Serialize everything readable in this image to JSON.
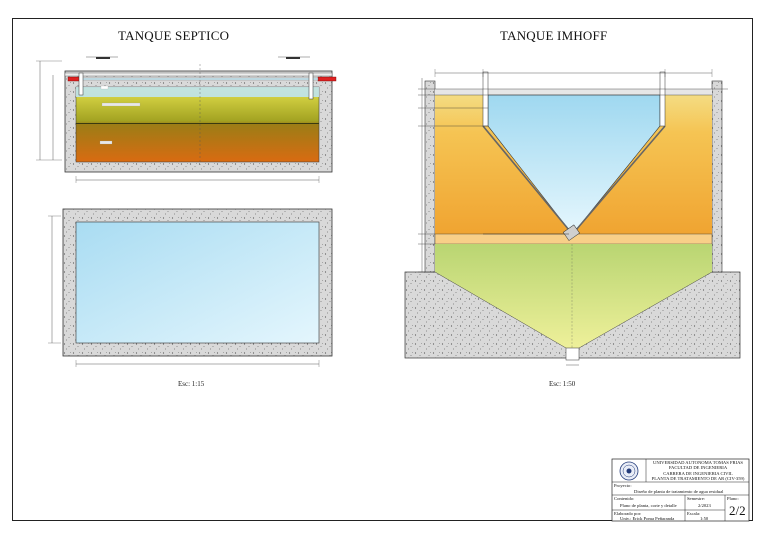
{
  "drawing": {
    "left_title": "TANQUE SEPTICO",
    "right_title": "TANQUE IMHOFF",
    "left_scale": "Esc: 1:15",
    "right_scale": "Esc: 1:50"
  },
  "title_block": {
    "university_lines": [
      "UNIVERSIDAD AUTONOMA TOMAS FRIAS",
      "FACULTAD DE INGENIERIA",
      "CARRERA DE INGENIERIA CIVIL",
      "PLANTA DE TRATAMIENTO DE AR (CIV-359)"
    ],
    "project_label": "Proyecto:",
    "project_value": "Diseño de planta de tratamiento de agua residual",
    "content_label": "Contenido:",
    "content_value": "Plano de planta, corte y detalle",
    "semester_label": "Semestre:",
    "semester_value": "2/2023",
    "sheet_label": "Plano:",
    "sheet_value": "2/2",
    "author_label": "Elaborado por:",
    "author_value": "Univ.: Erick Poma Peñaranda",
    "scale_label": "Escala:",
    "scale_value": "1:50"
  },
  "colors": {
    "frame": "#222222",
    "concrete": "#d9d9d9",
    "water_top": "#a9dcf2",
    "water_bottom": "#e4f6fd",
    "sludge_yellow": "#c8cf3a",
    "sludge_orange": "#d96b12",
    "imhoff_orange": "#f0a431",
    "imhoff_green": "#b9d572",
    "dimension": "#333333"
  }
}
